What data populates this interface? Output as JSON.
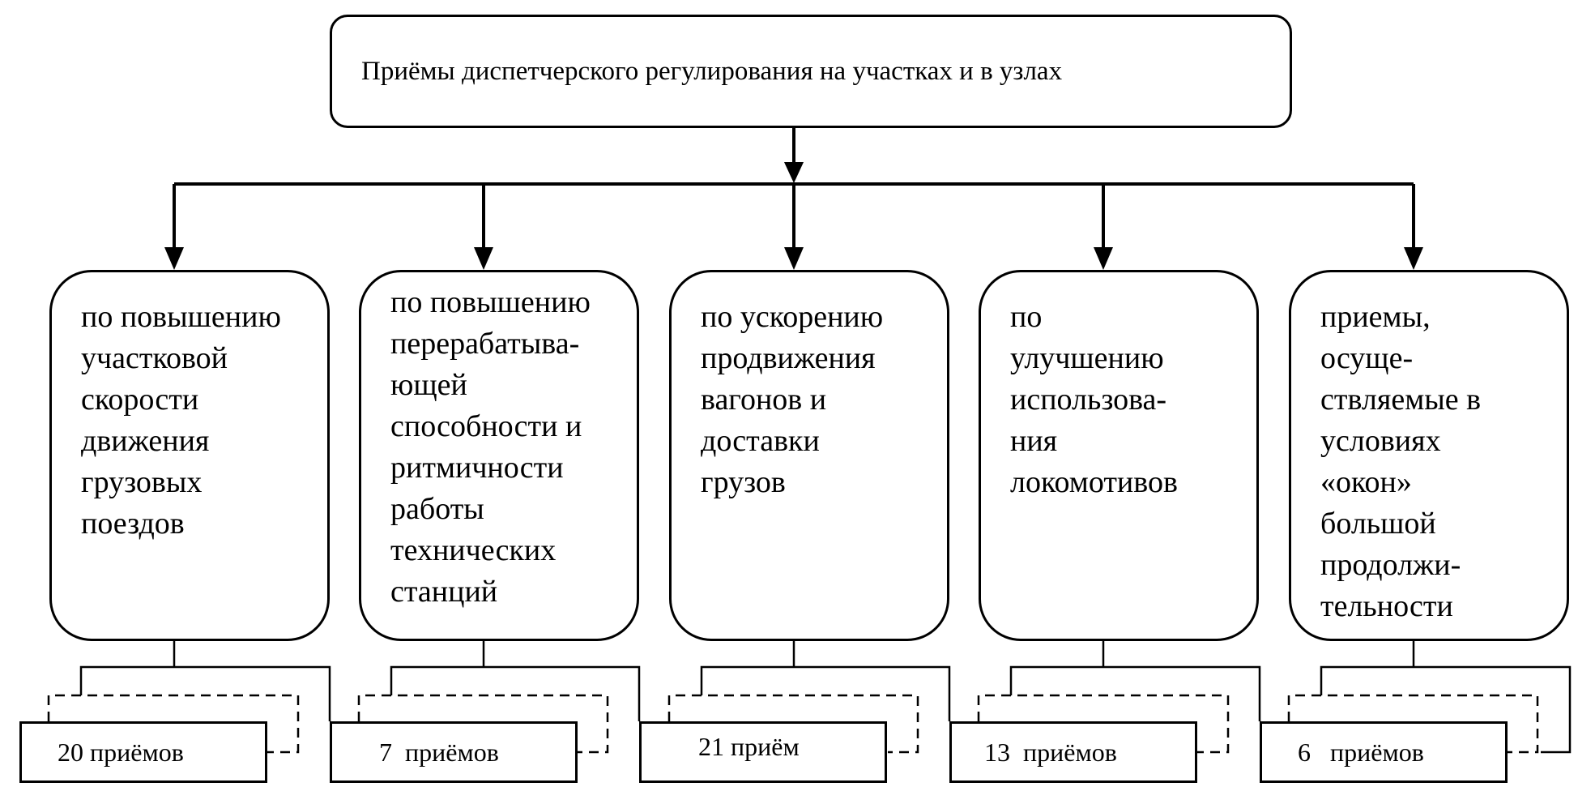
{
  "root": {
    "label": "Приёмы диспетчерского регулирования на участках и в узлах"
  },
  "categories": [
    {
      "label": "по повышению\nучастковой\nскорости\nдвижения\nгрузовых\nпоездов",
      "count": "20 приёмов"
    },
    {
      "label": "по повышению\nперерабатыва-\nющей\nспособности и\nритмичности\nработы\nтехнических\nстанций",
      "count": "7  приёмов"
    },
    {
      "label": "по ускорению\nпродвижения\nвагонов и\nдоставки\nгрузов",
      "count": "21 приём"
    },
    {
      "label": "по\nулучшению\nиспользова-\nния\nлокомотивов",
      "count": "13  приёмов"
    },
    {
      "label": "приемы,\nосуще-\nствляемые в\nусловиях\n«окон»\nбольшой\nпродолжи-\nтельности",
      "count": "6   приёмов"
    }
  ]
}
